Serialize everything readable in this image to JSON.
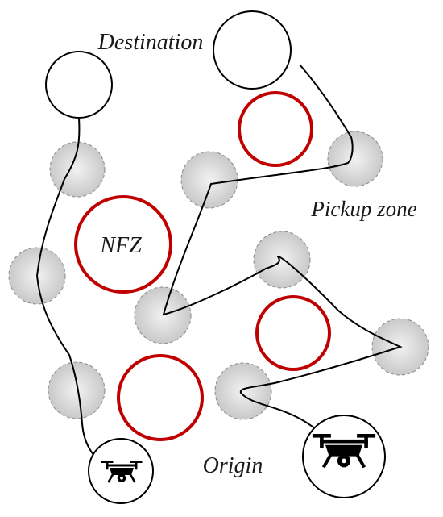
{
  "labels": {
    "destination": "Destination",
    "pickup": "Pickup zone",
    "nfz": "NFZ",
    "origin": "Origin"
  },
  "colors": {
    "nfz_stroke": "#c00000",
    "zone_fill_center": "#f0f0f0",
    "zone_fill_edge": "#c8c8c8",
    "zone_stroke": "#888888",
    "path_stroke": "#000000"
  },
  "icons": [
    "drone-icon",
    "drone-icon"
  ]
}
